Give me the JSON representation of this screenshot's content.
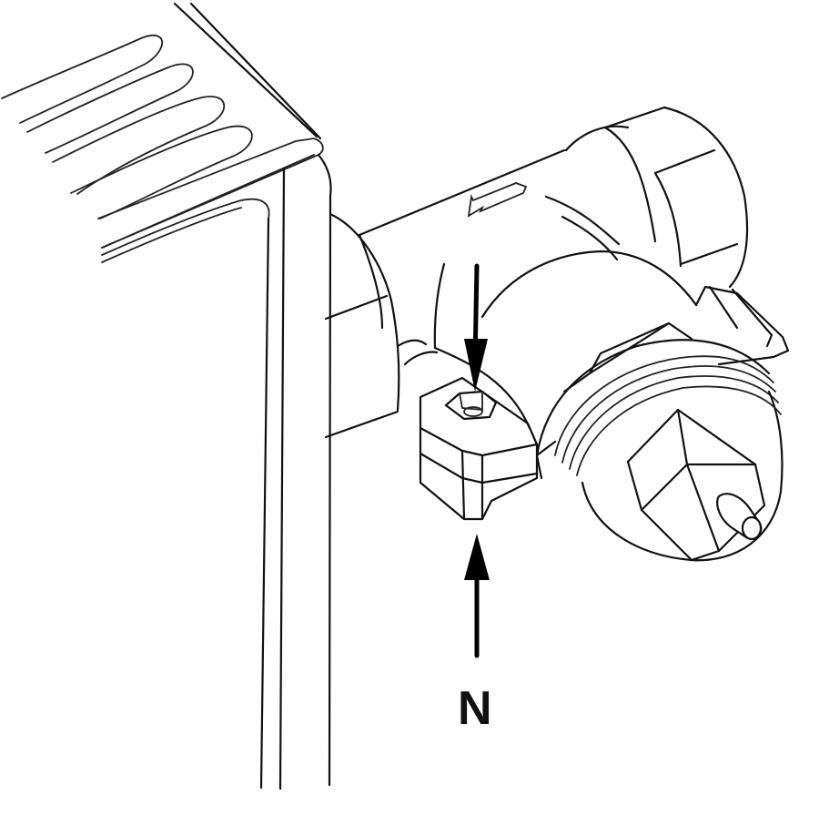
{
  "diagram": {
    "subject": "Radiator with thermostatic valve body",
    "callout_label": "N",
    "callout_description": "Arrows pointing to hex socket on valve mounting clamp",
    "flow_arrow": "left",
    "colors": {
      "line": "#111111",
      "background": "#ffffff"
    }
  }
}
